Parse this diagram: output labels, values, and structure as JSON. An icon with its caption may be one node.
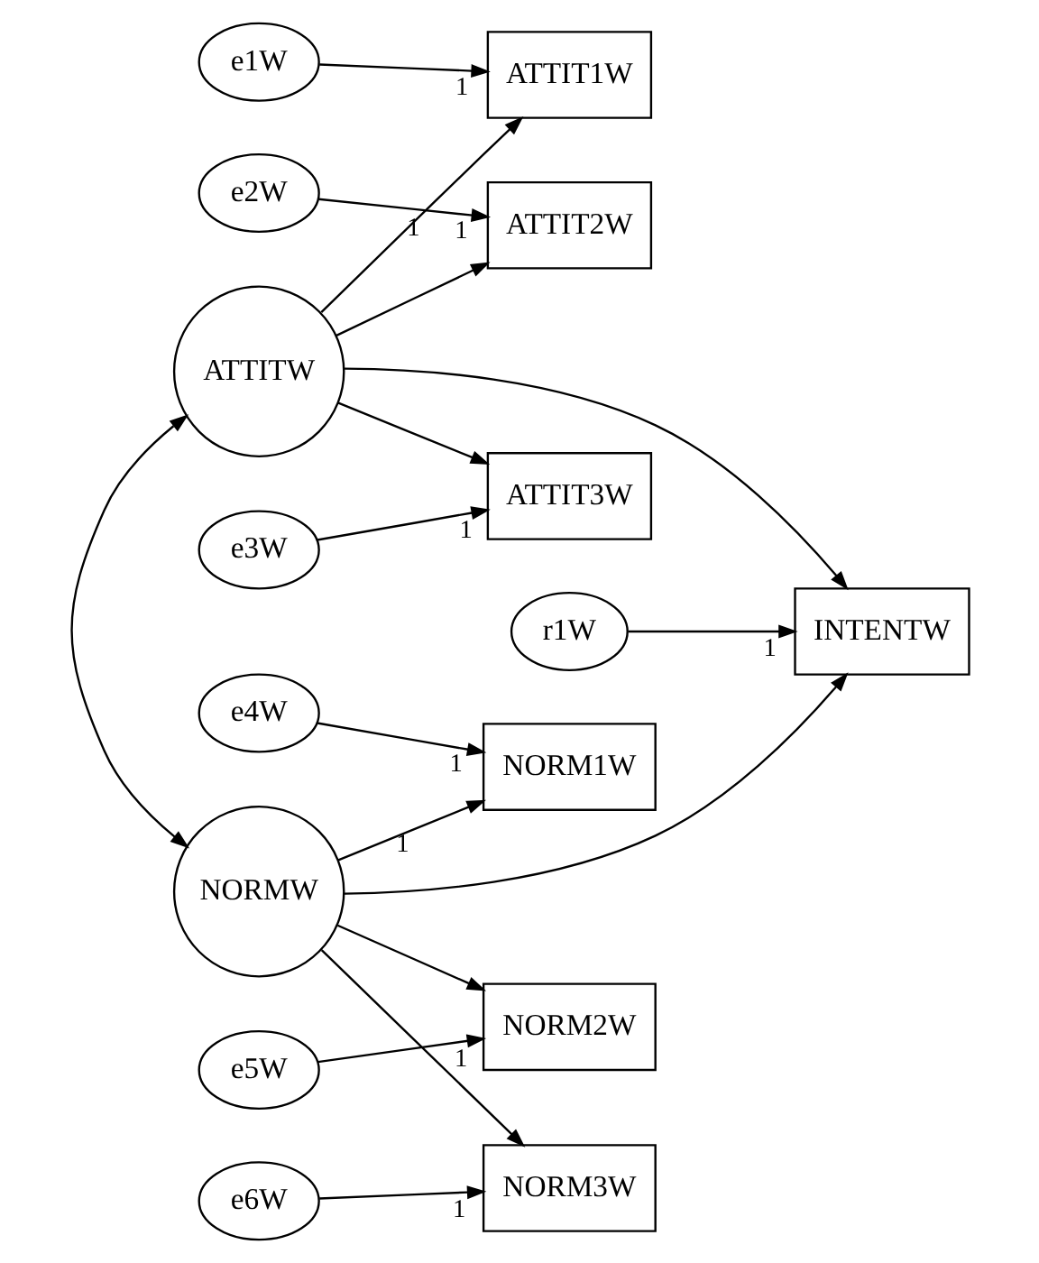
{
  "diagram": {
    "nodes": [
      {
        "text": [
          "e1W"
        ]
      },
      {
        "text": [
          "ATTIT1W"
        ]
      },
      {
        "text": [
          "e2W"
        ]
      },
      {
        "text": [
          "ATTIT2W"
        ]
      },
      {
        "text": [
          "ATTITW"
        ]
      },
      {
        "text": [
          "e3W"
        ]
      },
      {
        "text": [
          "ATTIT3W"
        ]
      },
      {
        "text": [
          "r1W"
        ]
      },
      {
        "text": [
          "INTENTW"
        ]
      },
      {
        "text": [
          "e4W"
        ]
      },
      {
        "text": [
          "NORM1W"
        ]
      },
      {
        "text": [
          "e5W"
        ]
      },
      {
        "text": [
          "NORM2W"
        ]
      },
      {
        "text": [
          "NORMW"
        ]
      },
      {
        "text": [
          "e6W"
        ]
      },
      {
        "text": [
          "NORM3W"
        ]
      }
    ],
    "edges": [
      {
        "from": 0,
        "to": 1,
        "arrow": "to",
        "label": "1"
      },
      {
        "from": 2,
        "to": 3,
        "arrow": "to",
        "label": "1"
      },
      {
        "from": 5,
        "to": 6,
        "arrow": "to",
        "label": "1"
      },
      {
        "from": 9,
        "to": 10,
        "arrow": "to",
        "label": "1"
      },
      {
        "from": 11,
        "to": 12,
        "arrow": "to",
        "label": "1"
      },
      {
        "from": 14,
        "to": 15,
        "arrow": "to",
        "label": "1"
      },
      {
        "from": 4,
        "to": 1,
        "arrow": "to",
        "label": "1"
      },
      {
        "from": 4,
        "to": 3,
        "arrow": "to"
      },
      {
        "from": 4,
        "to": 6,
        "arrow": "to"
      },
      {
        "from": 13,
        "to": 10,
        "arrow": "to",
        "label": "1"
      },
      {
        "from": 13,
        "to": 12,
        "arrow": "to"
      },
      {
        "from": 13,
        "to": 15,
        "arrow": "to"
      },
      {
        "from": 4,
        "to": 13,
        "arrow": "both"
      },
      {
        "from": 4,
        "to": 8,
        "arrow": "to"
      },
      {
        "from": 13,
        "to": 8,
        "arrow": "to"
      },
      {
        "from": 7,
        "to": 8,
        "arrow": "to",
        "label": "1"
      }
    ]
  }
}
